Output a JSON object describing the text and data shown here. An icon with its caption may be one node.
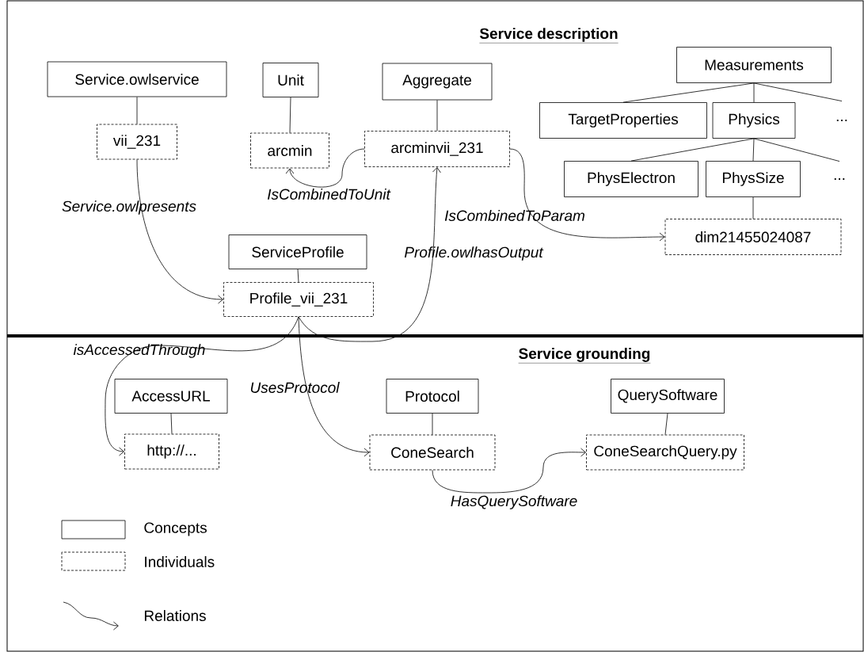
{
  "diagram": {
    "nodes": [
      {
        "text": [
          "Service.owlservice"
        ]
      },
      {
        "text": [
          "vii_231"
        ]
      },
      {
        "text": [
          "Unit"
        ]
      },
      {
        "text": [
          "arcmin"
        ]
      },
      {
        "text": [
          "Aggregate"
        ]
      },
      {
        "text": [
          "arcminvii_231"
        ]
      },
      {
        "text": [
          "Measurements"
        ]
      },
      {
        "text": [
          "TargetProperties"
        ]
      },
      {
        "text": [
          "Physics"
        ]
      },
      {
        "text": [
          "..."
        ]
      },
      {
        "text": [
          "PhysElectron"
        ]
      },
      {
        "text": [
          "PhysSize"
        ]
      },
      {
        "text": [
          "..."
        ]
      },
      {
        "text": [
          "dim21455024087"
        ]
      },
      {
        "text": [
          "ServiceProfile"
        ]
      },
      {
        "text": [
          "Profile_vii_231"
        ]
      },
      {
        "text": [
          "AccessURL"
        ]
      },
      {
        "text": [
          "http://..."
        ]
      },
      {
        "text": [
          "Protocol"
        ]
      },
      {
        "text": [
          "ConeSearch"
        ]
      },
      {
        "text": [
          "QuerySoftware"
        ]
      },
      {
        "text": [
          "ConeSearchQuery.py"
        ]
      }
    ],
    "edges": [
      {
        "from": 0,
        "to": 1,
        "arrow": "none"
      },
      {
        "from": 2,
        "to": 3,
        "arrow": "none"
      },
      {
        "from": 4,
        "to": 5,
        "arrow": "none"
      },
      {
        "from": 6,
        "to": 7,
        "arrow": "none"
      },
      {
        "from": 6,
        "to": 8,
        "arrow": "none"
      },
      {
        "from": 6,
        "to": 9,
        "arrow": "none"
      },
      {
        "from": 8,
        "to": 10,
        "arrow": "none"
      },
      {
        "from": 8,
        "to": 11,
        "arrow": "none"
      },
      {
        "from": 8,
        "to": 12,
        "arrow": "none"
      },
      {
        "from": 11,
        "to": 13,
        "arrow": "none"
      },
      {
        "from": 14,
        "to": 15,
        "arrow": "none"
      },
      {
        "from": 16,
        "to": 17,
        "arrow": "none"
      },
      {
        "from": 18,
        "to": 19,
        "arrow": "none"
      },
      {
        "from": 20,
        "to": 21,
        "arrow": "none"
      },
      {
        "from": 1,
        "to": 15,
        "arrow": "to",
        "label": "Service.owlpresents"
      },
      {
        "from": 5,
        "to": 3,
        "arrow": "to",
        "label": "IsCombinedToUnit"
      },
      {
        "from": 5,
        "to": 13,
        "arrow": "to",
        "label": "IsCombinedToParam"
      },
      {
        "from": 15,
        "to": 5,
        "arrow": "to",
        "label": "Profile.owlhasOutput"
      },
      {
        "from": 15,
        "to": 17,
        "arrow": "to",
        "label": "isAccessedThrough"
      },
      {
        "from": 15,
        "to": 19,
        "arrow": "to",
        "label": "UsesProtocol"
      },
      {
        "from": 19,
        "to": 21,
        "arrow": "to",
        "label": "HasQuerySoftware"
      }
    ],
    "labels": [
      "Service description",
      "Service grounding"
    ],
    "legend": [
      {
        "text": "Concepts"
      },
      {
        "text": "Individuals"
      },
      {
        "text": "Relations"
      }
    ]
  }
}
